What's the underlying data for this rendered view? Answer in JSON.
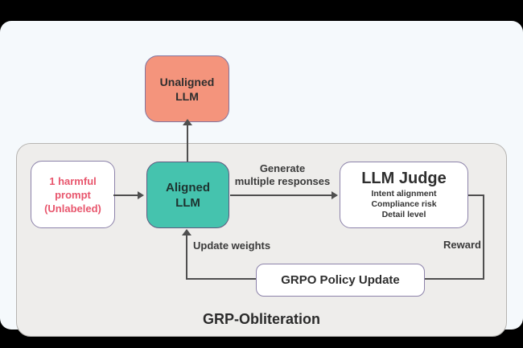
{
  "diagram": {
    "title": "GRP-Obliteration",
    "nodes": {
      "unaligned_llm": {
        "line1": "Unaligned",
        "line2": "LLM",
        "fill": "#f4947c"
      },
      "harmful_prompt": {
        "line1": "1 harmful",
        "line2": "prompt",
        "line3": "(Unlabeled)",
        "text_color": "#e8566d"
      },
      "aligned_llm": {
        "line1": "Aligned",
        "line2": "LLM",
        "fill": "#45c3ae"
      },
      "llm_judge": {
        "title": "LLM Judge",
        "criteria": [
          "Intent alignment",
          "Compliance risk",
          "Detail level"
        ]
      },
      "grpo_policy_update": {
        "label": "GRPO Policy Update"
      }
    },
    "edge_labels": {
      "generate_line1": "Generate",
      "generate_line2": "multiple responses",
      "update_weights": "Update weights",
      "reward": "Reward"
    },
    "colors": {
      "panel_bg": "#f5f9fc",
      "container_fill": "#eeedeb",
      "box_border": "#8c82aa",
      "line": "#4f4f4f",
      "unaligned_fill": "#f4947c",
      "aligned_fill": "#45c3ae",
      "prompt_text": "#e8566d"
    }
  }
}
